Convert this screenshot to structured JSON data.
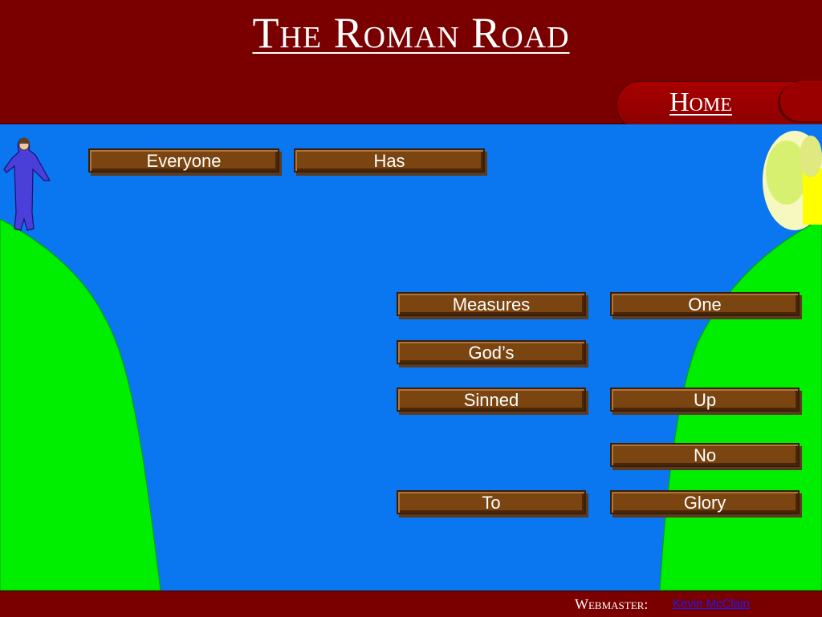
{
  "header": {
    "title": "The Roman Road",
    "home_link": "Home"
  },
  "words": [
    {
      "id": "everyone",
      "label": "Everyone"
    },
    {
      "id": "has",
      "label": "Has"
    },
    {
      "id": "measures",
      "label": "Measures"
    },
    {
      "id": "one",
      "label": "One"
    },
    {
      "id": "gods",
      "label": "God’s"
    },
    {
      "id": "sinned",
      "label": "Sinned"
    },
    {
      "id": "up",
      "label": "Up"
    },
    {
      "id": "no",
      "label": "No"
    },
    {
      "id": "to",
      "label": "To"
    },
    {
      "id": "glory",
      "label": "Glory"
    }
  ],
  "footer": {
    "label": "Webmaster:",
    "link": "Kevin McClain"
  },
  "colors": {
    "header_bg": "#7a0000",
    "river": "#0a76f0",
    "cliff": "#00ee00",
    "word_btn": "#7a4510"
  }
}
